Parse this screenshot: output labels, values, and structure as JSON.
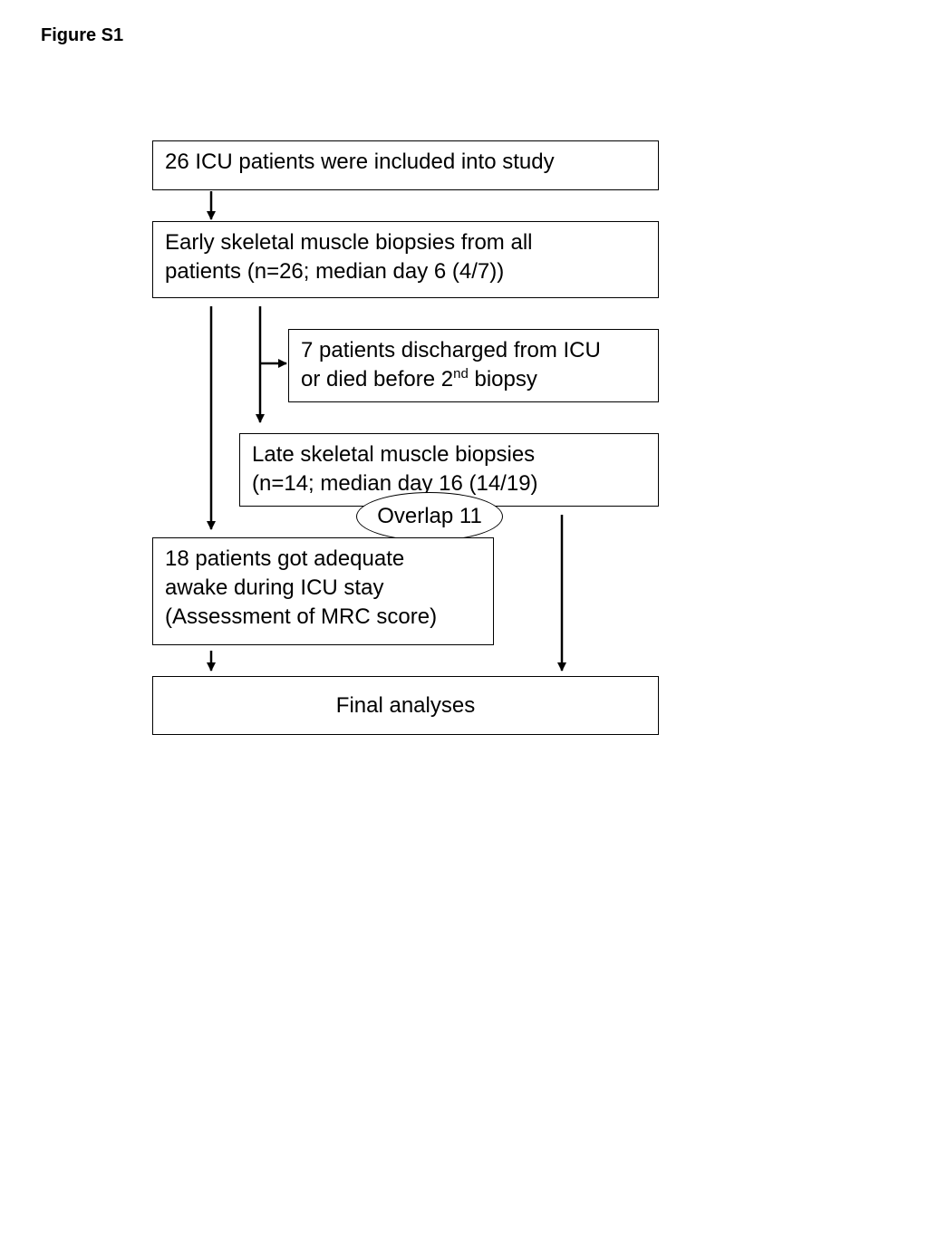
{
  "figure_label": "Figure S1",
  "boxes": {
    "included": {
      "text": "26 ICU patients were included into study"
    },
    "early": {
      "line1": "Early skeletal muscle biopsies from all",
      "line2": "patients (n=26; median day 6 (4/7))"
    },
    "discharged": {
      "line1": "7 patients discharged from ICU",
      "line2_prefix": "or died before 2",
      "line2_sup": "nd",
      "line2_suffix": " biopsy"
    },
    "late": {
      "line1": "Late skeletal muscle biopsies",
      "line2": "(n=14; median day 16 (14/19)"
    },
    "overlap": {
      "text": "Overlap 11"
    },
    "awake": {
      "line1": "18 patients got adequate",
      "line2": "awake during ICU stay",
      "line3": "(Assessment of MRC score)"
    },
    "final": {
      "text": "Final analyses"
    }
  },
  "colors": {
    "stroke": "#000000",
    "background": "#ffffff"
  }
}
